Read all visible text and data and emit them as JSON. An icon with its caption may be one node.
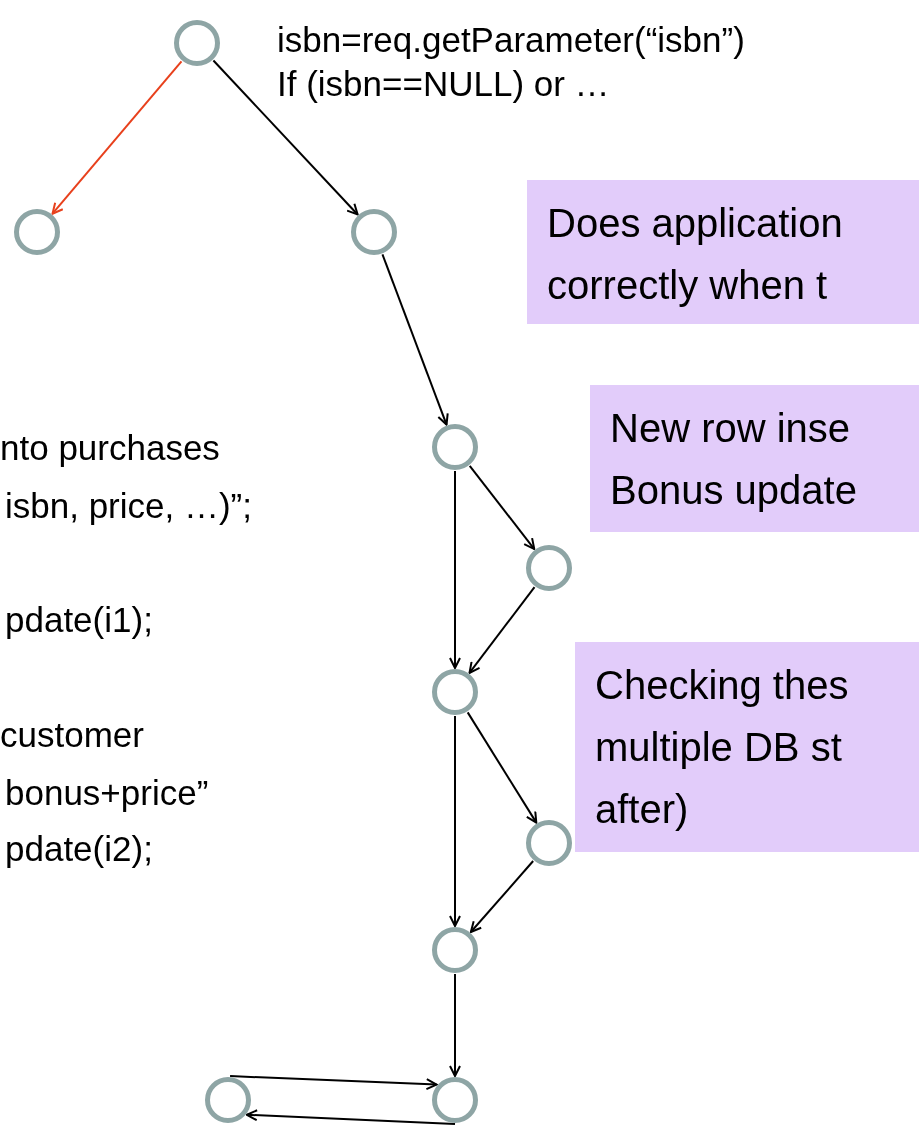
{
  "diagram": {
    "nodes": [
      {
        "text": [],
        "shape": "circle"
      },
      {
        "text": [],
        "shape": "circle"
      },
      {
        "text": [],
        "shape": "circle"
      },
      {
        "text": [],
        "shape": "circle"
      },
      {
        "text": [],
        "shape": "circle"
      },
      {
        "text": [],
        "shape": "circle"
      },
      {
        "text": [],
        "shape": "circle"
      },
      {
        "text": [],
        "shape": "circle"
      },
      {
        "text": [],
        "shape": "circle"
      },
      {
        "text": [],
        "shape": "circle"
      },
      {
        "text": [
          "Does application correctly when t"
        ]
      },
      {
        "text": [
          "New row inse Bonus update"
        ]
      },
      {
        "text": [
          "Checking thes multiple DB st after)"
        ]
      }
    ],
    "edges": [
      {
        "from": 0,
        "to": 1,
        "arrow": "to",
        "color": "#e8401c"
      },
      {
        "from": 0,
        "to": 2,
        "arrow": "to"
      },
      {
        "from": 2,
        "to": 3,
        "arrow": "to"
      },
      {
        "from": 3,
        "to": 4,
        "arrow": "to"
      },
      {
        "from": 3,
        "to": 5,
        "arrow": "to"
      },
      {
        "from": 4,
        "to": 5,
        "arrow": "to"
      },
      {
        "from": 5,
        "to": 6,
        "arrow": "to"
      },
      {
        "from": 5,
        "to": 7,
        "arrow": "to"
      },
      {
        "from": 6,
        "to": 7,
        "arrow": "to"
      },
      {
        "from": 7,
        "to": 9,
        "arrow": "to"
      },
      {
        "from": 8,
        "to": 9,
        "arrow": "to"
      },
      {
        "from": 9,
        "to": 8,
        "arrow": "to"
      }
    ],
    "labels": [
      "isbn=req.getParameter(“isbn”)",
      "If (isbn==NULL) or …",
      "nto purchases",
      "isbn, price, …)”;",
      "pdate(i1);",
      "customer",
      "bonus+price”",
      "pdate(i2);"
    ]
  }
}
